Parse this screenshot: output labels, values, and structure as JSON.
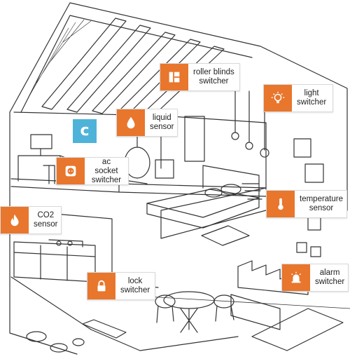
{
  "accent_color": "#e8762c",
  "hub": {
    "icon": "hub-c-icon",
    "letter": "c",
    "color": "#4fb3d9"
  },
  "labels": {
    "roller_blinds": {
      "text": "roller blinds\nswitcher",
      "icon": "window-blinds-icon"
    },
    "light": {
      "text": "light\nswitcher",
      "icon": "lightbulb-icon"
    },
    "liquid": {
      "text": "liquid\nsensor",
      "icon": "water-drop-icon"
    },
    "ac_socket": {
      "text": "ac socket\nswitcher",
      "icon": "power-socket-icon"
    },
    "temperature": {
      "text": "temperature\nsensor",
      "icon": "thermometer-icon"
    },
    "co2": {
      "text": "CO2\nsensor",
      "icon": "flame-icon"
    },
    "lock": {
      "text": "lock\nswitcher",
      "icon": "padlock-icon"
    },
    "alarm": {
      "text": "alarm\nswitcher",
      "icon": "siren-icon"
    }
  }
}
